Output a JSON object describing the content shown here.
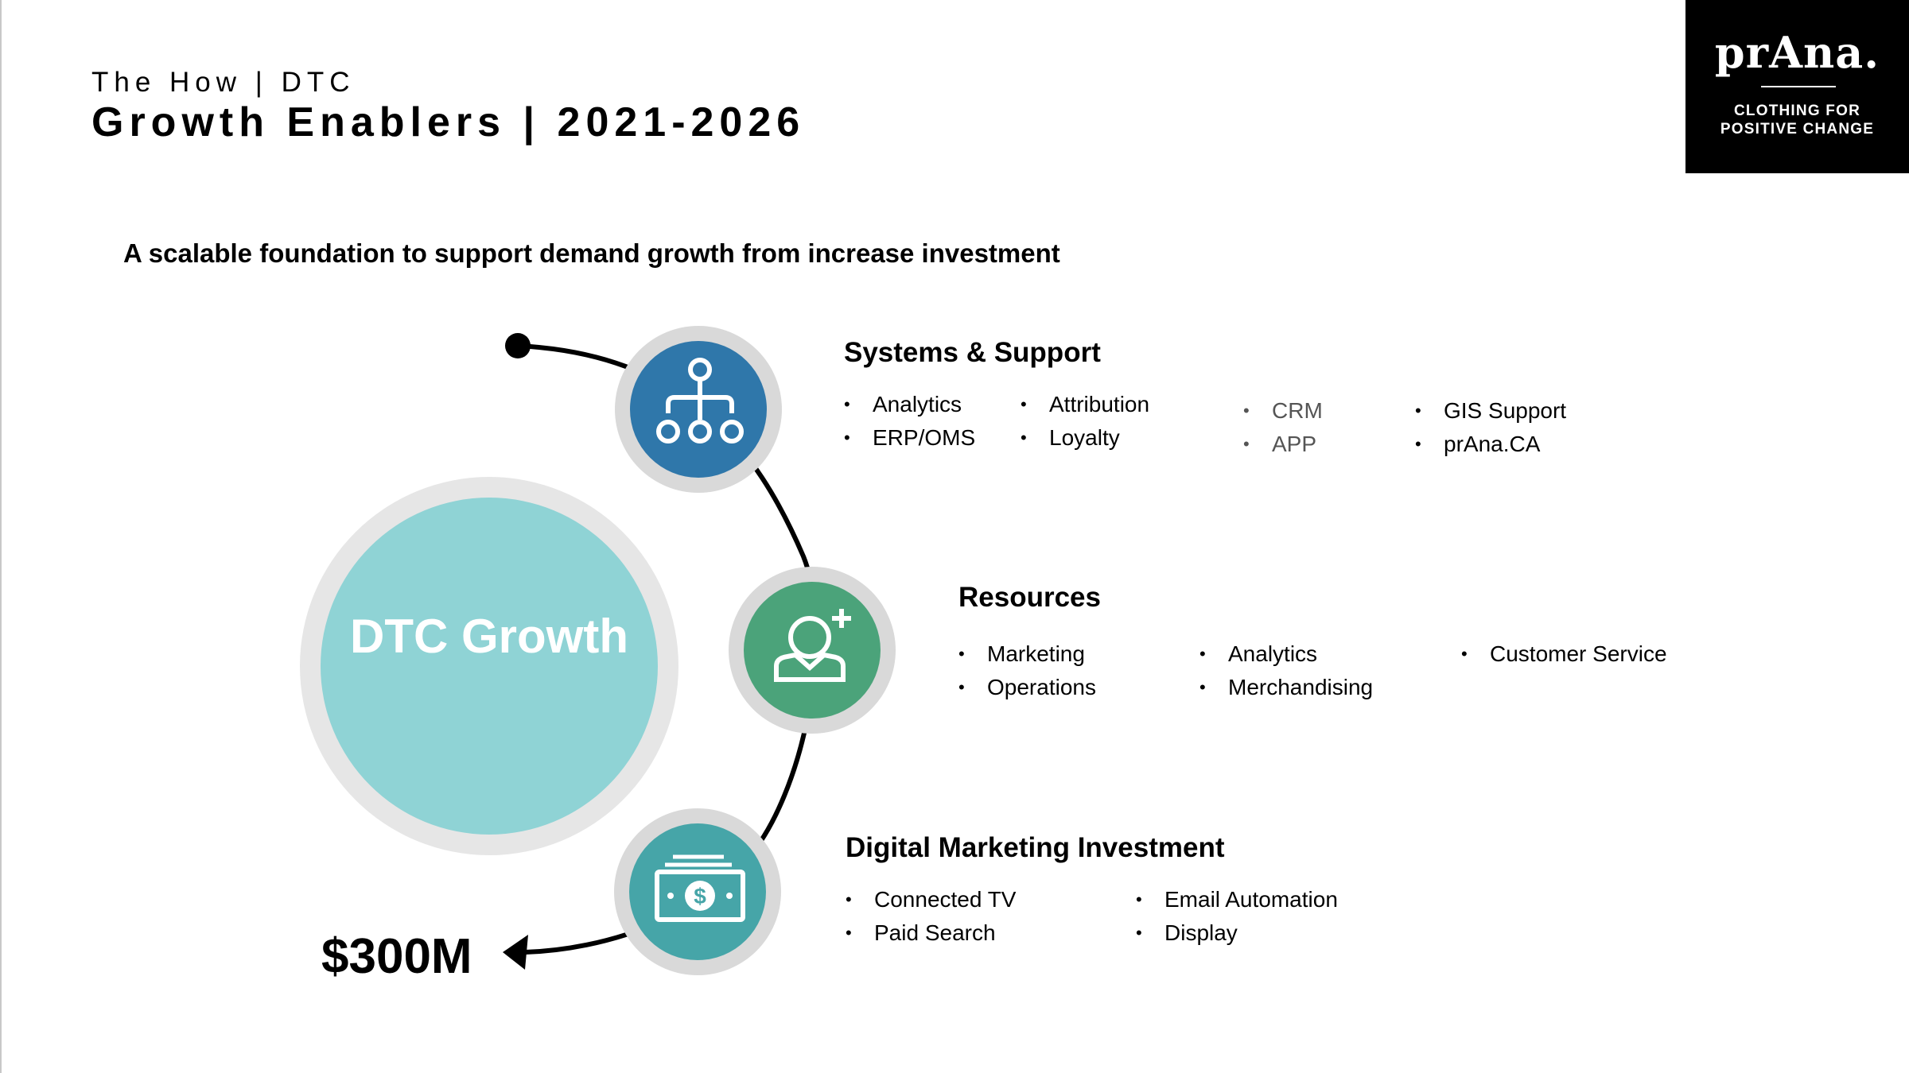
{
  "header": {
    "subtitle": "The How | DTC",
    "title": "Growth Enablers | 2021-2026"
  },
  "logo": {
    "wordmark": "prAna.",
    "tagline": "CLOTHING FOR\nPOSITIVE CHANGE"
  },
  "lead": "A scalable foundation to support demand growth from increase investment",
  "core": {
    "label": "DTC Growth",
    "amount": "$300M"
  },
  "sections": {
    "systems": {
      "title": "Systems & Support",
      "icon": "hierarchy-icon",
      "col1": [
        "Analytics",
        "ERP/OMS"
      ],
      "col2": [
        "Attribution",
        "Loyalty"
      ],
      "col3": [
        "CRM",
        "APP"
      ],
      "col4": [
        "GIS Support",
        "prAna.CA"
      ]
    },
    "resources": {
      "title": "Resources",
      "icon": "add-person-icon",
      "col1": [
        "Marketing",
        "Operations"
      ],
      "col2": [
        "Analytics",
        "Merchandising"
      ],
      "col3": [
        "Customer Service"
      ]
    },
    "digital": {
      "title": "Digital Marketing Investment",
      "icon": "money-bill-icon",
      "col1": [
        "Connected TV",
        "Paid Search"
      ],
      "col2": [
        "Email Automation",
        "Display"
      ]
    }
  },
  "colors": {
    "systems_blue": "#2f77aa",
    "resources_green": "#4ba37a",
    "digital_teal": "#46a5a8",
    "core_teal": "#8fd3d5",
    "ring_grey": "#dcdcdc"
  }
}
